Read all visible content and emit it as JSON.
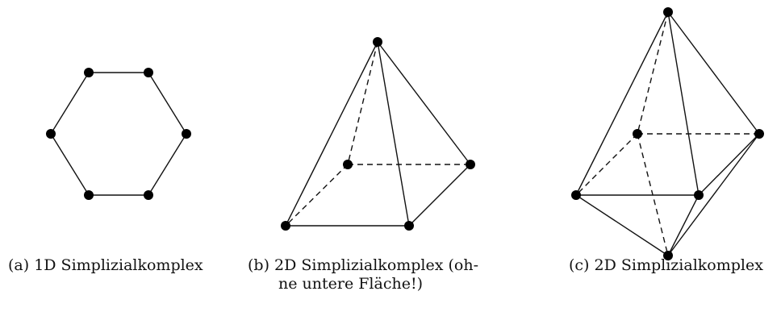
{
  "figures": [
    {
      "id": "a",
      "caption_lines": [
        "(a) 1D Simplizialkomplex"
      ]
    },
    {
      "id": "b",
      "caption_lines": [
        "(b) 2D Simplizialkomplex (oh-",
        "ne untere Fläche!)"
      ]
    },
    {
      "id": "c",
      "caption_lines": [
        "(c) 2D Simplizialkomplex"
      ]
    }
  ]
}
